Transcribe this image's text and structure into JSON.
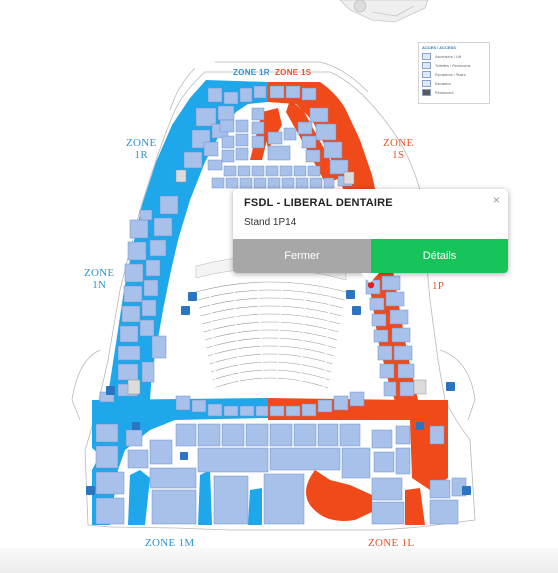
{
  "map": {
    "zones": [
      {
        "id": "1r_top",
        "label": "ZONE 1R",
        "color": "blue",
        "small": true
      },
      {
        "id": "1s_top",
        "label": "ZONE 1S",
        "color": "red",
        "small": true
      },
      {
        "id": "1r",
        "label": "ZONE\n1R",
        "color": "blue"
      },
      {
        "id": "1s",
        "label": "ZONE\n1S",
        "color": "red"
      },
      {
        "id": "1n",
        "label": "ZONE\n1N",
        "color": "blue"
      },
      {
        "id": "1p",
        "label": "1P",
        "color": "red"
      },
      {
        "id": "1m",
        "label": "ZONE 1M",
        "color": "blue"
      },
      {
        "id": "1l",
        "label": "ZONE 1L",
        "color": "red"
      }
    ],
    "colors": {
      "blue_zone": "#1ea7ea",
      "red_zone": "#f04a1a",
      "stand_fill": "#a8c1ea",
      "stand_stroke": "#6f8fcc",
      "seat_line": "#9a9a9a",
      "marker": "#e5201c"
    }
  },
  "legend": {
    "title": "ACCES / ACCESS",
    "items": [
      "Ascenseur / Lift",
      "Toilettes / Restrooms",
      "Escalators / Stairs",
      "Escalator",
      "Restaurant"
    ]
  },
  "popup": {
    "title": "FSDL - LIBERAL DENTAIRE",
    "subtitle": "Stand 1P14",
    "close_icon": "×",
    "close_label": "Fermer",
    "details_label": "Détails"
  }
}
